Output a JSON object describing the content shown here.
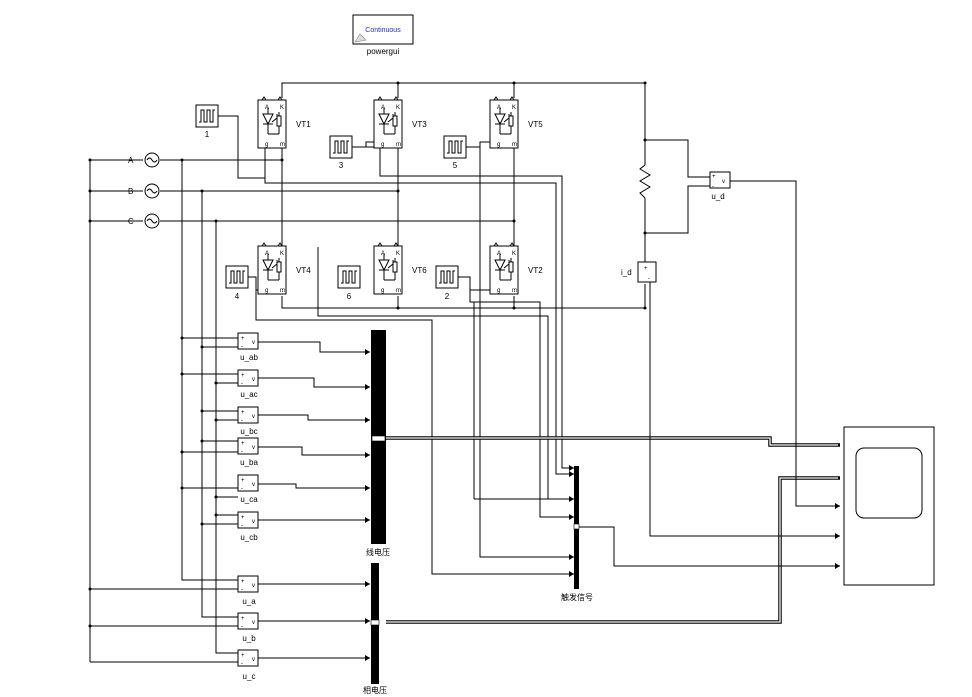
{
  "powergui": {
    "mode": "Continuous",
    "name": "powergui"
  },
  "sources": [
    {
      "label": "A"
    },
    {
      "label": "B"
    },
    {
      "label": "C"
    }
  ],
  "thyristors": [
    {
      "id": "vt1",
      "label": "VT1"
    },
    {
      "id": "vt3",
      "label": "VT3"
    },
    {
      "id": "vt5",
      "label": "VT5"
    },
    {
      "id": "vt4",
      "label": "VT4"
    },
    {
      "id": "vt6",
      "label": "VT6"
    },
    {
      "id": "vt2",
      "label": "VT2"
    }
  ],
  "thyristor_ports": {
    "a": "A",
    "k": "K",
    "g": "g",
    "m": "m"
  },
  "pulses": [
    {
      "id": "p1",
      "label": "1"
    },
    {
      "id": "p3",
      "label": "3"
    },
    {
      "id": "p5",
      "label": "5"
    },
    {
      "id": "p4",
      "label": "4"
    },
    {
      "id": "p6",
      "label": "6"
    },
    {
      "id": "p2",
      "label": "2"
    }
  ],
  "meter_ports": {
    "plus": "+",
    "minus": "-",
    "out": "v"
  },
  "voltage_meters": [
    {
      "id": "uab",
      "label": "u_ab"
    },
    {
      "id": "uac",
      "label": "u_ac"
    },
    {
      "id": "ubc",
      "label": "u_bc"
    },
    {
      "id": "uba",
      "label": "u_ba"
    },
    {
      "id": "uca",
      "label": "u_ca"
    },
    {
      "id": "ucb",
      "label": "u_cb"
    },
    {
      "id": "ua",
      "label": "u_a"
    },
    {
      "id": "ub",
      "label": "u_b"
    },
    {
      "id": "uc",
      "label": "u_c"
    },
    {
      "id": "ud",
      "label": "u_d"
    }
  ],
  "current_meter": {
    "label": "i_d",
    "plus": "+",
    "minus": "-"
  },
  "mux_labels": {
    "line_voltage": "线电压",
    "trigger": "触发信号",
    "phase_voltage": "相电压"
  }
}
